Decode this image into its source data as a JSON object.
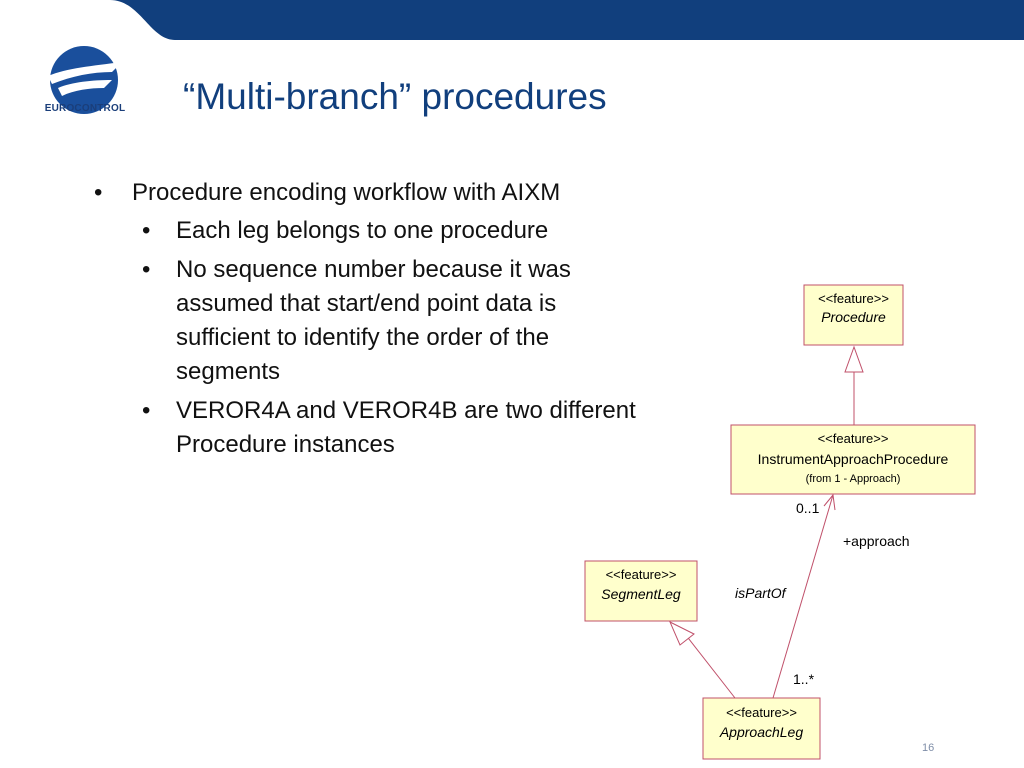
{
  "header": {
    "band_color": "#113f7d",
    "logo_text": "EUROCONTROL"
  },
  "slide": {
    "title": "“Multi-branch” procedures",
    "page_number": "16"
  },
  "bullets": {
    "main": "Procedure encoding workflow with AIXM",
    "sub": [
      "Each leg belongs to one procedure",
      "No sequence number because it was assumed that start/end point data is sufficient to identify the order of the segments",
      "VEROR4A and VEROR4B are two different Procedure instances"
    ]
  },
  "diagram": {
    "box_fill": "#ffffcc",
    "box_stroke": "#c0506a",
    "classes": {
      "procedure": {
        "stereotype": "<<feature>>",
        "name": "Procedure"
      },
      "instrument": {
        "stereotype": "<<feature>>",
        "name": "InstrumentApproachProcedure",
        "origin": "(from 1 - Approach)"
      },
      "segment": {
        "stereotype": "<<feature>>",
        "name": "SegmentLeg"
      },
      "approach_leg": {
        "stereotype": "<<feature>>",
        "name": "ApproachLeg"
      }
    },
    "association": {
      "name": "isPartOf",
      "role": "+approach",
      "mult_top": "0..1",
      "mult_bottom": "1..*"
    }
  }
}
